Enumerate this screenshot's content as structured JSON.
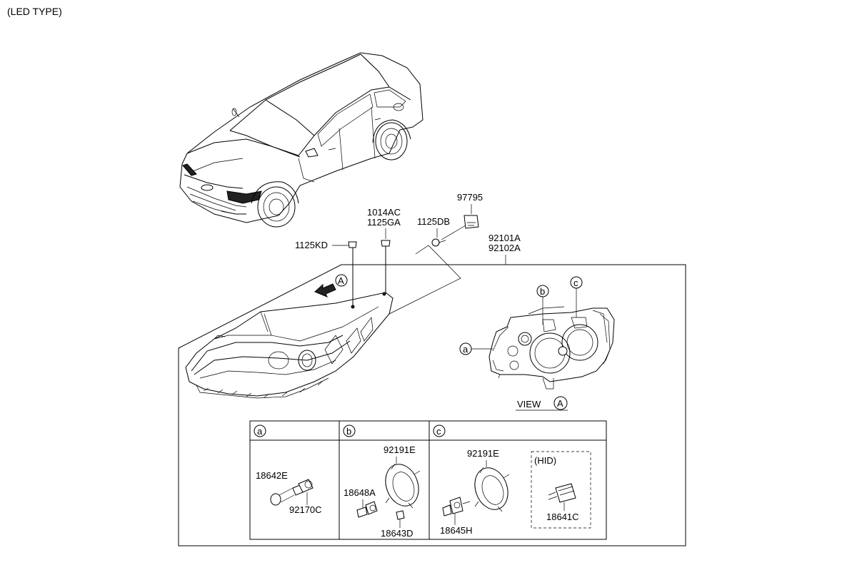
{
  "page_title": "(LED TYPE)",
  "parts": {
    "p97795": "97795",
    "p1014AC": "1014AC",
    "p1125GA": "1125GA",
    "p1125DB": "1125DB",
    "p1125KD": "1125KD",
    "p92101A": "92101A",
    "p92102A": "92102A",
    "p92191E_b": "92191E",
    "p92191E_c": "92191E",
    "p18642E": "18642E",
    "p92170C": "92170C",
    "p18648A": "18648A",
    "p18643D": "18643D",
    "p18645H": "18645H",
    "p18641C": "18641C"
  },
  "callouts": {
    "view_label": "VIEW",
    "view_circle": "A",
    "arrow_circle": "A",
    "a": "a",
    "b": "b",
    "c": "c",
    "table_a": "a",
    "table_b": "b",
    "table_c": "c",
    "hid": "(HID)"
  }
}
